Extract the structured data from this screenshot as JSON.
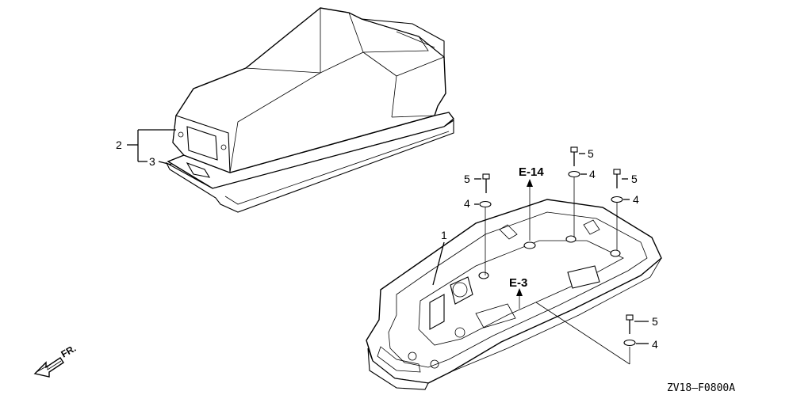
{
  "callouts": {
    "c1": "1",
    "c2": "2",
    "c3": "3",
    "c4a": "4",
    "c4b": "4",
    "c4c": "4",
    "c4d": "4",
    "c5a": "5",
    "c5b": "5",
    "c5c": "5",
    "c5d": "5"
  },
  "refs": {
    "e14": "E-14",
    "e3": "E-3"
  },
  "direction_label": "FR.",
  "diagram_code": "ZV18—F0800A"
}
